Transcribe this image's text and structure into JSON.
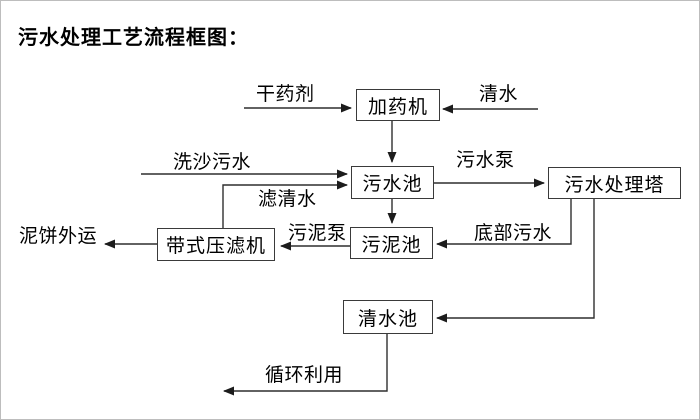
{
  "title": "污水处理工艺流程框图：",
  "diagram": {
    "nodes": [
      {
        "id": "dosing-machine",
        "label": "加药机"
      },
      {
        "id": "sewage-pool",
        "label": "污水池"
      },
      {
        "id": "treatment-tower",
        "label": "污水处理塔"
      },
      {
        "id": "sludge-pool",
        "label": "污泥池"
      },
      {
        "id": "belt-filter-press",
        "label": "带式压滤机"
      },
      {
        "id": "clear-water-pool",
        "label": "清水池"
      }
    ],
    "flow_labels": [
      {
        "id": "dry-chemical",
        "text": "干药剂"
      },
      {
        "id": "clear-water-in",
        "text": "清水"
      },
      {
        "id": "sand-wash-sewage",
        "text": "洗沙污水"
      },
      {
        "id": "sewage-pump",
        "text": "污水泵"
      },
      {
        "id": "filtered-water",
        "text": "滤清水"
      },
      {
        "id": "sludge-pump",
        "text": "污泥泵"
      },
      {
        "id": "bottom-sewage",
        "text": "底部污水"
      },
      {
        "id": "mud-cake-out",
        "text": "泥饼外运"
      },
      {
        "id": "recycle-use",
        "text": "循环利用"
      }
    ],
    "edges": [
      {
        "from": "干药剂",
        "to": "加药机"
      },
      {
        "from": "清水",
        "to": "加药机"
      },
      {
        "from": "加药机",
        "to": "污水池"
      },
      {
        "from": "洗沙污水",
        "to": "污水池"
      },
      {
        "from": "带式压滤机",
        "to": "污水池",
        "label": "滤清水"
      },
      {
        "from": "污水池",
        "to": "污水处理塔",
        "label": "污水泵"
      },
      {
        "from": "污水池",
        "to": "污泥池"
      },
      {
        "from": "污水处理塔",
        "to": "污泥池",
        "label": "底部污水"
      },
      {
        "from": "污泥池",
        "to": "带式压滤机",
        "label": "污泥泵"
      },
      {
        "from": "带式压滤机",
        "to": "泥饼外运"
      },
      {
        "from": "污水处理塔",
        "to": "清水池"
      },
      {
        "from": "清水池",
        "to": "循环利用"
      }
    ]
  },
  "colors": {
    "background": "#ffffff",
    "line": "#2f2f2f",
    "box_border": "#3a3a3a",
    "text": "#000000"
  }
}
